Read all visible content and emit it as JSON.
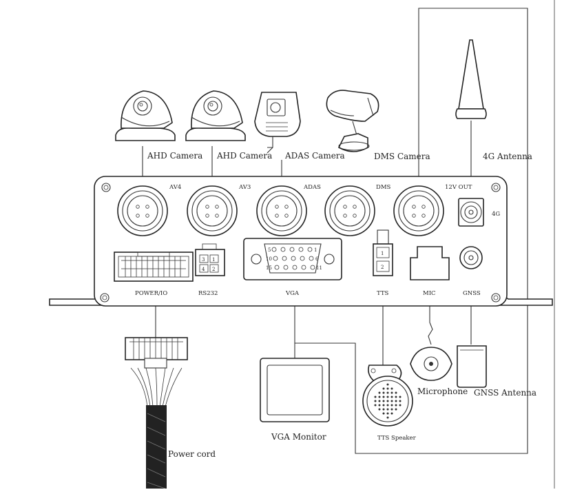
{
  "devices": {
    "ahd_camera_1": "AHD Camera",
    "ahd_camera_2": "AHD Camera",
    "adas_camera": "ADAS Camera",
    "dms_camera": "DMS Camera",
    "antenna_4g": "4G Antenna",
    "vga_monitor": "VGA Monitor",
    "tts_speaker": "TTS Speaker",
    "microphone": "Microphone",
    "gnss_antenna": "GNSS Antenna",
    "power_cord": "Power cord"
  },
  "ports": {
    "av4": "AV4",
    "av3": "AV3",
    "adas": "ADAS",
    "dms": "DMS",
    "out_12v": "12V OUT",
    "port_4g": "4G",
    "power_io": "POWER/IO",
    "rs232": "RS232",
    "vga": "VGA",
    "tts": "TTS",
    "mic": "MIC",
    "gnss": "GNSS"
  },
  "pins": {
    "rs232": [
      "3",
      "1",
      "4",
      "2"
    ],
    "tts": [
      "1",
      "2"
    ],
    "vga": [
      "5",
      "1",
      "10",
      "6",
      "15",
      "11"
    ]
  }
}
